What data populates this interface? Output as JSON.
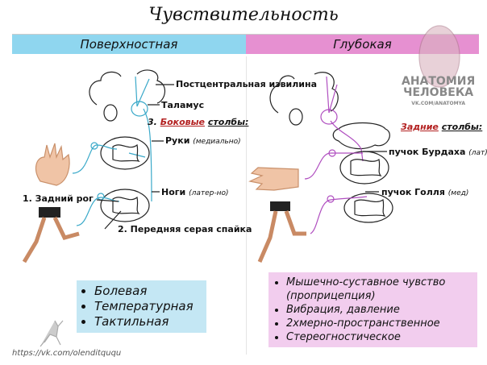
{
  "title": "Чувствительность",
  "headers": {
    "left": "Поверхностная",
    "right": "Глубокая"
  },
  "left": {
    "postcentral": "Постцентральная извилина",
    "thalamus": "Таламус",
    "lateral_num": "3.",
    "lateral_red": "Боковые",
    "lateral_rest": "столбы:",
    "arms": "Руки",
    "arms_note": "(медиально)",
    "legs": "Ноги",
    "legs_note": "(латер-но)",
    "dorsal_horn": "1. Задний рог",
    "commissure": "2. Передняя серая спайка",
    "list": [
      "Болевая",
      "Температурная",
      "Тактильная"
    ]
  },
  "right": {
    "posterior_red": "Задние",
    "posterior_rest": "столбы:",
    "burdach": "пучок Бурдаха",
    "burdach_note": "(лат)",
    "goll": "пучок Голля",
    "goll_note": "(мед)",
    "list": [
      "Мышечно-суставное чувство (проприцепция)",
      "Вибрация, давление",
      "2хмерно-пространственное",
      "Стереогностическое"
    ]
  },
  "logo": {
    "line1": "АНАТОМИЯ",
    "line2": "ЧЕЛОВЕКА",
    "line3": "VK.COM/ANATOMYA"
  },
  "watermark_url": "https://vk.com/olenditququ",
  "colors": {
    "cyan": "#8fd6ef",
    "pink": "#e690d1",
    "cyan_path": "#3aa9c9",
    "pink_path": "#b04fc0"
  }
}
